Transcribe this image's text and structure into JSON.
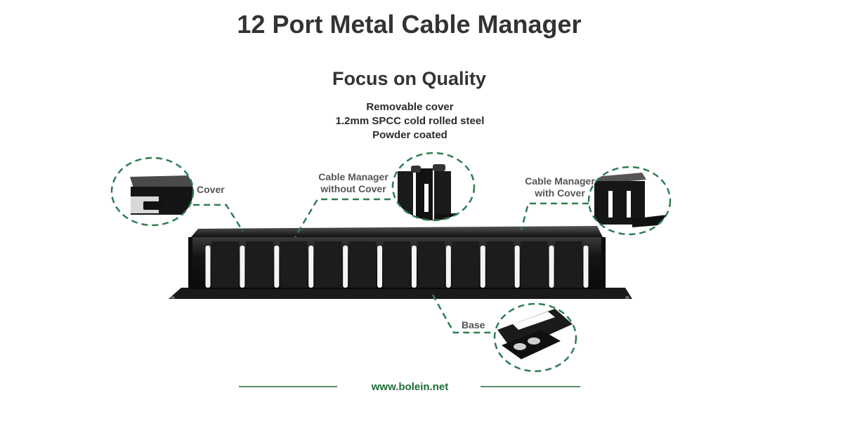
{
  "title": "12 Port Metal Cable Manager",
  "subtitle": "Focus on Quality",
  "features": [
    "Removable cover",
    "1.2mm SPCC cold rolled steel",
    "Powder coated"
  ],
  "callouts": {
    "cover": "Cover",
    "without_cover_line1": "Cable Manager",
    "without_cover_line2": "without Cover",
    "with_cover_line1": "Cable Manager",
    "with_cover_line2": "with Cover",
    "base": "Base"
  },
  "footer": {
    "website": "www.bolein.net"
  },
  "colors": {
    "accent": "#1e6b3a",
    "dashed": "#2e7d4f",
    "text": "#333333",
    "product": "#141414"
  }
}
